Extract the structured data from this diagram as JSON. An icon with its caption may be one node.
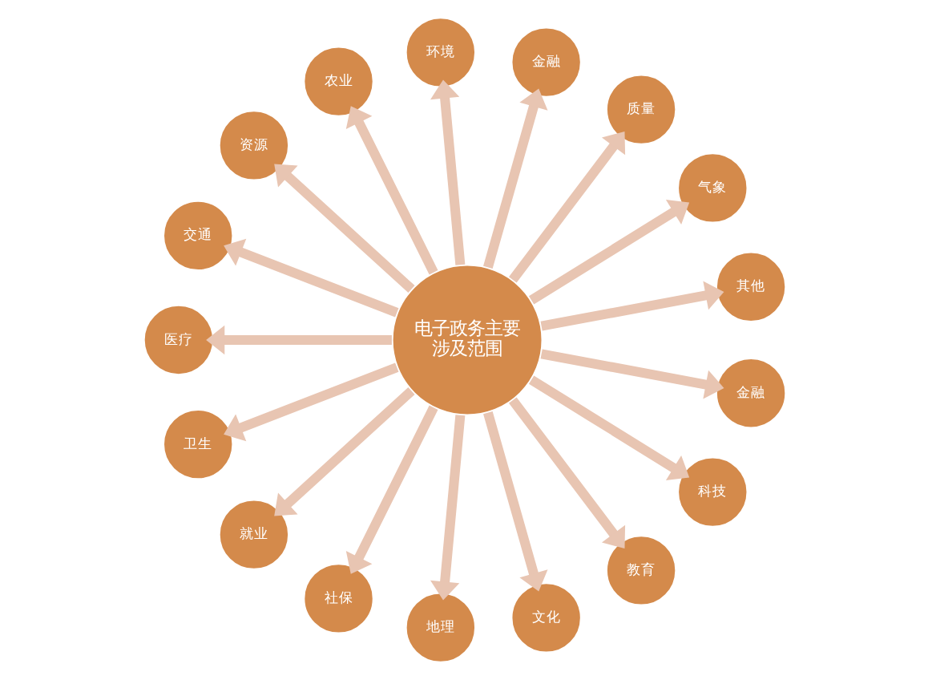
{
  "diagram": {
    "nodes": [
      {
        "text": [
          "电子政务主要涉及范围"
        ]
      },
      {
        "text": [
          "环境"
        ]
      },
      {
        "text": [
          "金融"
        ]
      },
      {
        "text": [
          "质量"
        ]
      },
      {
        "text": [
          "气象"
        ]
      },
      {
        "text": [
          "其他"
        ]
      },
      {
        "text": [
          "金融"
        ]
      },
      {
        "text": [
          "科技"
        ]
      },
      {
        "text": [
          "教育"
        ]
      },
      {
        "text": [
          "文化"
        ]
      },
      {
        "text": [
          "地理"
        ]
      },
      {
        "text": [
          "社保"
        ]
      },
      {
        "text": [
          "就业"
        ]
      },
      {
        "text": [
          "卫生"
        ]
      },
      {
        "text": [
          "医疗"
        ]
      },
      {
        "text": [
          "交通"
        ]
      },
      {
        "text": [
          "资源"
        ]
      },
      {
        "text": [
          "农业"
        ]
      }
    ],
    "edges": [
      {
        "from": 0,
        "to": 1,
        "arrow": "to"
      },
      {
        "from": 0,
        "to": 2,
        "arrow": "to"
      },
      {
        "from": 0,
        "to": 3,
        "arrow": "to"
      },
      {
        "from": 0,
        "to": 4,
        "arrow": "to"
      },
      {
        "from": 0,
        "to": 5,
        "arrow": "to"
      },
      {
        "from": 0,
        "to": 6,
        "arrow": "to"
      },
      {
        "from": 0,
        "to": 7,
        "arrow": "to"
      },
      {
        "from": 0,
        "to": 8,
        "arrow": "to"
      },
      {
        "from": 0,
        "to": 9,
        "arrow": "to"
      },
      {
        "from": 0,
        "to": 10,
        "arrow": "to"
      },
      {
        "from": 0,
        "to": 11,
        "arrow": "to"
      },
      {
        "from": 0,
        "to": 12,
        "arrow": "to"
      },
      {
        "from": 0,
        "to": 13,
        "arrow": "to"
      },
      {
        "from": 0,
        "to": 14,
        "arrow": "to"
      },
      {
        "from": 0,
        "to": 15,
        "arrow": "to"
      },
      {
        "from": 0,
        "to": 16,
        "arrow": "to"
      },
      {
        "from": 0,
        "to": 17,
        "arrow": "to"
      }
    ]
  }
}
